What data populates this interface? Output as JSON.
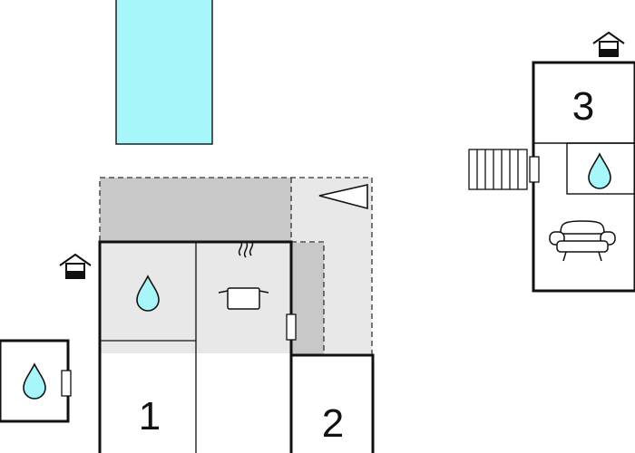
{
  "rooms": {
    "room_1": {
      "label": "1"
    },
    "room_2": {
      "label": "2"
    },
    "room_3": {
      "label": "3"
    }
  },
  "icons": {
    "water_drop": "water-drop-icon",
    "cooking_pot": "cooking-pot-icon",
    "armchair": "armchair-icon",
    "house_entrance": "house-entrance-icon",
    "door": "door-icon",
    "stairs": "stairs-icon",
    "direction": "direction-triangle-icon"
  },
  "colors": {
    "pool": "#A6F6FA",
    "terrace_dark": "#C8C8C8",
    "terrace_light": "#E8E8E8",
    "wall": "#111111",
    "drop_fill": "#A6F6FA"
  }
}
